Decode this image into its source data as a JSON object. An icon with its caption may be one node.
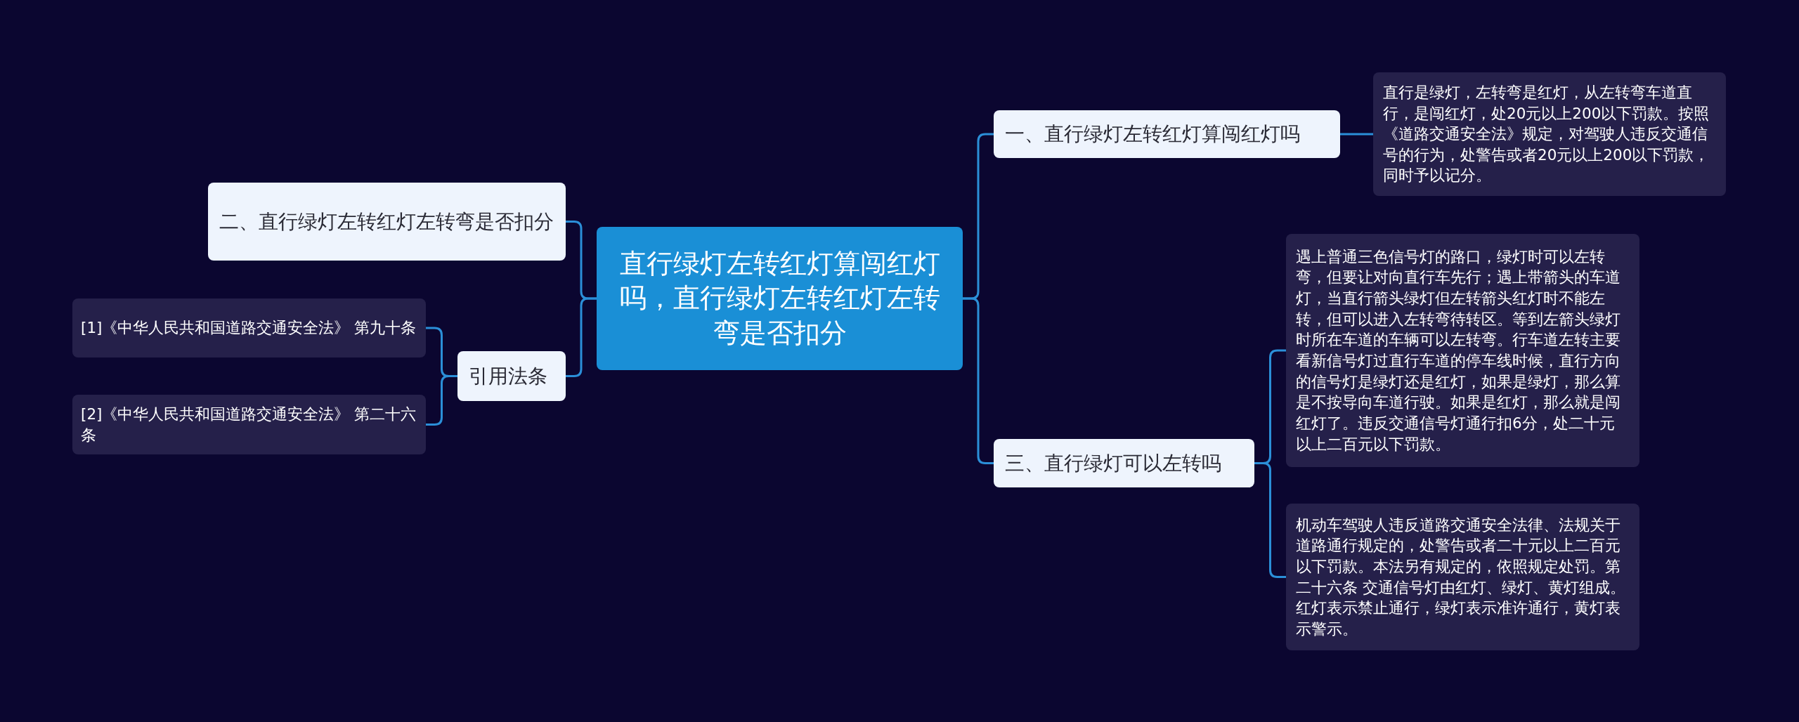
{
  "diagram": {
    "nodes": [
      {
        "text": [
          "直行绿灯左转红灯算闯红灯吗，直行绿灯左转红灯左转弯是否扣分"
        ]
      },
      {
        "text": [
          "一、直行绿灯左转红灯算闯红灯吗"
        ]
      },
      {
        "text": [
          "直行是绿灯，左转弯是红灯，从左转弯车道直行，是闯红灯，处20元以上200以下罚款。按照《道路交通安全法》规定，对驾驶人违反交通信号的行为，处警告或者20元以上200以下罚款，同时予以记分。"
        ]
      },
      {
        "text": [
          "三、直行绿灯可以左转吗"
        ]
      },
      {
        "text": [
          "遇上普通三色信号灯的路口，绿灯时可以左转弯，但要让对向直行车先行；遇上带箭头的车道灯，当直行箭头绿灯但左转箭头红灯时不能左转，但可以进入左转弯待转区。等到左箭头绿灯时所在车道的车辆可以左转弯。行车道左转主要看新信号灯过直行车道的停车线时候，直行方向的信号灯是绿灯还是红灯，如果是绿灯，那么算是不按导向车道行驶。如果是红灯，那么就是闯红灯了。违反交通信号灯通行扣6分，处二十元以上二百元以下罚款。"
        ]
      },
      {
        "text": [
          " 机动车驾驶人违反道路交通安全法律、法规关于道路通行规定的，处警告或者二十元以上二百元以下罚款。本法另有规定的，依照规定处罚。第二十六条 交通信号灯由红灯、绿灯、黄灯组成。红灯表示禁止通行，绿灯表示准许通行，黄灯表示警示。"
        ]
      },
      {
        "text": [
          "二、直行绿灯左转红灯左转弯是否扣分"
        ]
      },
      {
        "text": [
          "引用法条"
        ]
      },
      {
        "text": [
          "[1]《中华人民共和国道路交通安全法》 第九十条"
        ]
      },
      {
        "text": [
          "[2]《中华人民共和国道路交通安全法》 第二十六条"
        ]
      }
    ],
    "edges": [
      {
        "from": 0,
        "to": 1,
        "arrow": "none"
      },
      {
        "from": 1,
        "to": 2,
        "arrow": "none"
      },
      {
        "from": 0,
        "to": 3,
        "arrow": "none"
      },
      {
        "from": 3,
        "to": 4,
        "arrow": "none"
      },
      {
        "from": 3,
        "to": 5,
        "arrow": "none"
      },
      {
        "from": 0,
        "to": 6,
        "arrow": "none"
      },
      {
        "from": 0,
        "to": 7,
        "arrow": "none"
      },
      {
        "from": 7,
        "to": 8,
        "arrow": "none"
      },
      {
        "from": 7,
        "to": 9,
        "arrow": "none"
      }
    ]
  }
}
